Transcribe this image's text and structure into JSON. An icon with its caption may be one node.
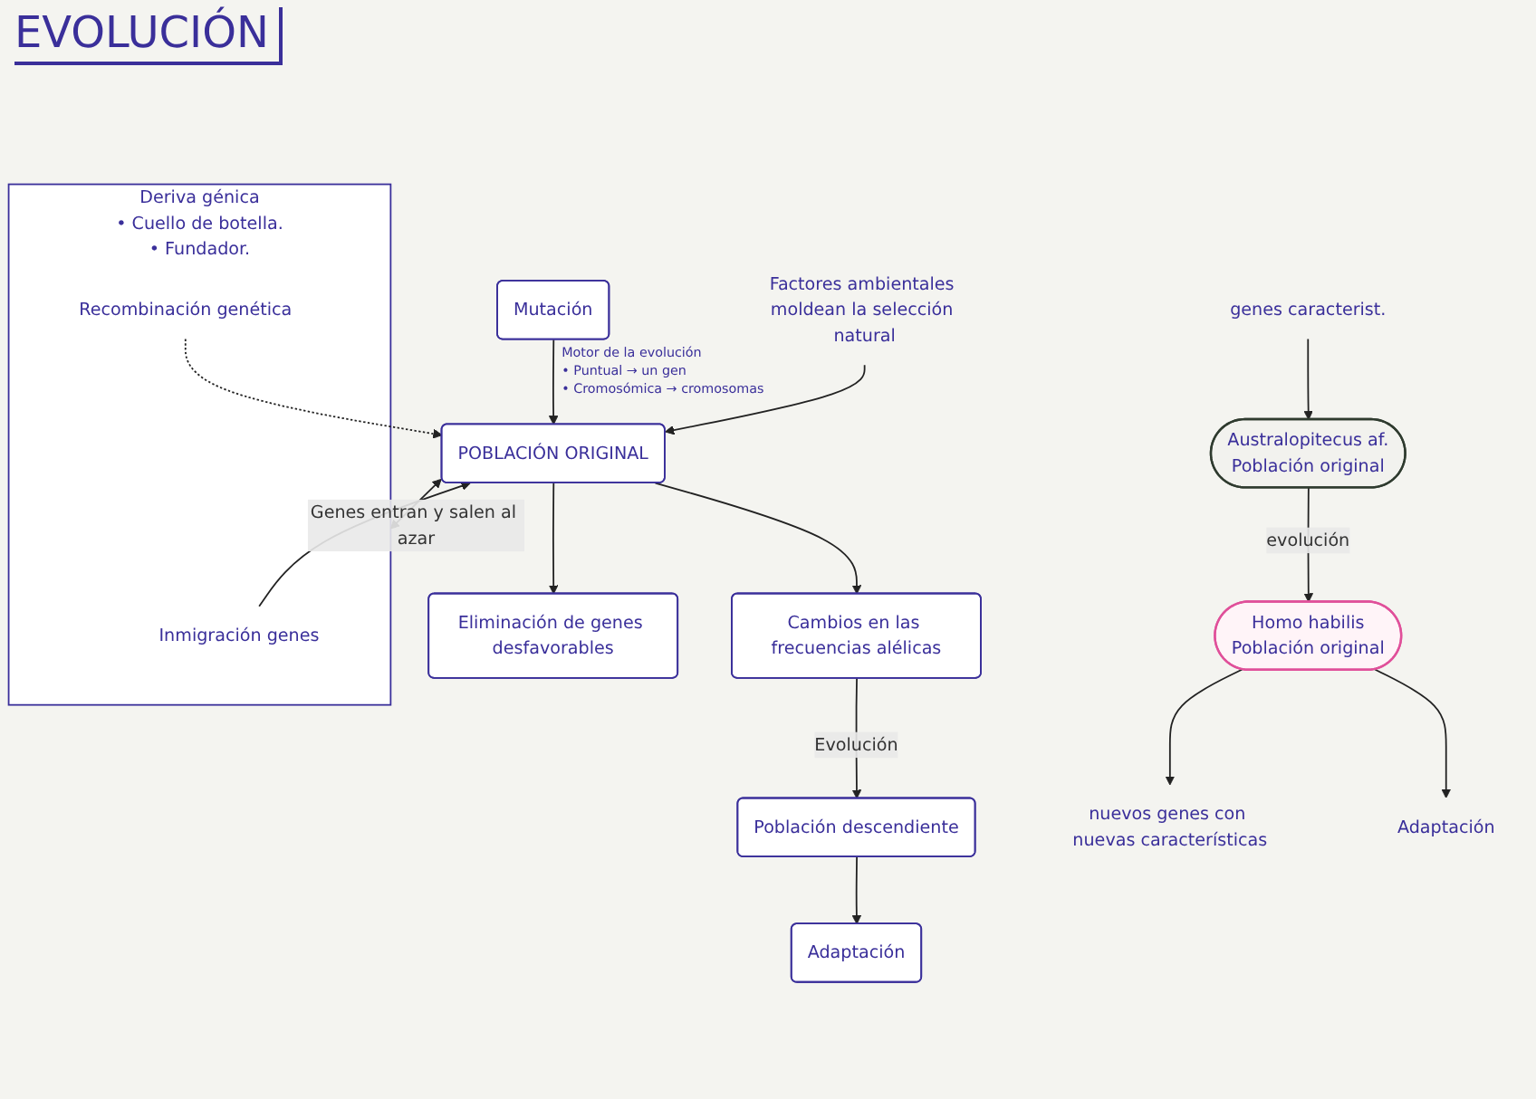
{
  "diagram": {
    "title": "EVOLUCIÓN",
    "nodes": [
      {
        "text": [
          "Mutación"
        ],
        "beside": [
          "Motor de la evolución",
          "• Puntual → un gen",
          "• Cromosómica → cromosomas"
        ]
      },
      {
        "text": [
          "POBLACIÓN ORIGINAL"
        ]
      },
      {
        "text": [
          "Factores ambientales moldean la selección natural"
        ]
      },
      {
        "text": [
          "Deriva génica",
          "• Cuello de botella.",
          "• Fundador."
        ]
      },
      {
        "text": [
          "Inmigración genes"
        ],
        "in": 3
      },
      {
        "text": [
          "Recombinación genética"
        ],
        "in": 3
      },
      {
        "text": [
          "Eliminación de genes desfavorables"
        ]
      },
      {
        "text": [
          "Cambios en las frecuencias alélicas"
        ]
      },
      {
        "text": [
          "Población descendiente"
        ]
      },
      {
        "text": [
          "Adaptación"
        ]
      },
      {
        "text": [
          "Australopitecus af.",
          "Población original"
        ]
      },
      {
        "text": [
          "genes caracterist."
        ]
      },
      {
        "text": [
          "Homo habilis",
          "Población original"
        ]
      },
      {
        "text": [
          "nuevos genes con nuevas características"
        ]
      },
      {
        "text": [
          "Adaptación"
        ]
      }
    ],
    "edges": [
      {
        "from": 0,
        "to": 1,
        "arrow": "to"
      },
      {
        "from": 2,
        "to": 1,
        "arrow": "to"
      },
      {
        "from": 1,
        "to": 3,
        "arrow": "both",
        "label": "Genes entran y salen al azar"
      },
      {
        "from": 4,
        "to": 1,
        "arrow": "to"
      },
      {
        "from": 5,
        "to": 1,
        "arrow": "to",
        "style": "dashed"
      },
      {
        "from": 1,
        "to": 6,
        "arrow": "to"
      },
      {
        "from": 1,
        "to": 7,
        "arrow": "to"
      },
      {
        "from": 7,
        "to": 8,
        "arrow": "to",
        "label": "Evolución"
      },
      {
        "from": 8,
        "to": 9,
        "arrow": "to"
      },
      {
        "from": 11,
        "to": 10,
        "arrow": "to"
      },
      {
        "from": 10,
        "to": 12,
        "arrow": "to",
        "label": "evolución"
      },
      {
        "from": 12,
        "to": 13,
        "arrow": "to"
      },
      {
        "from": 12,
        "to": 14,
        "arrow": "to"
      }
    ]
  }
}
